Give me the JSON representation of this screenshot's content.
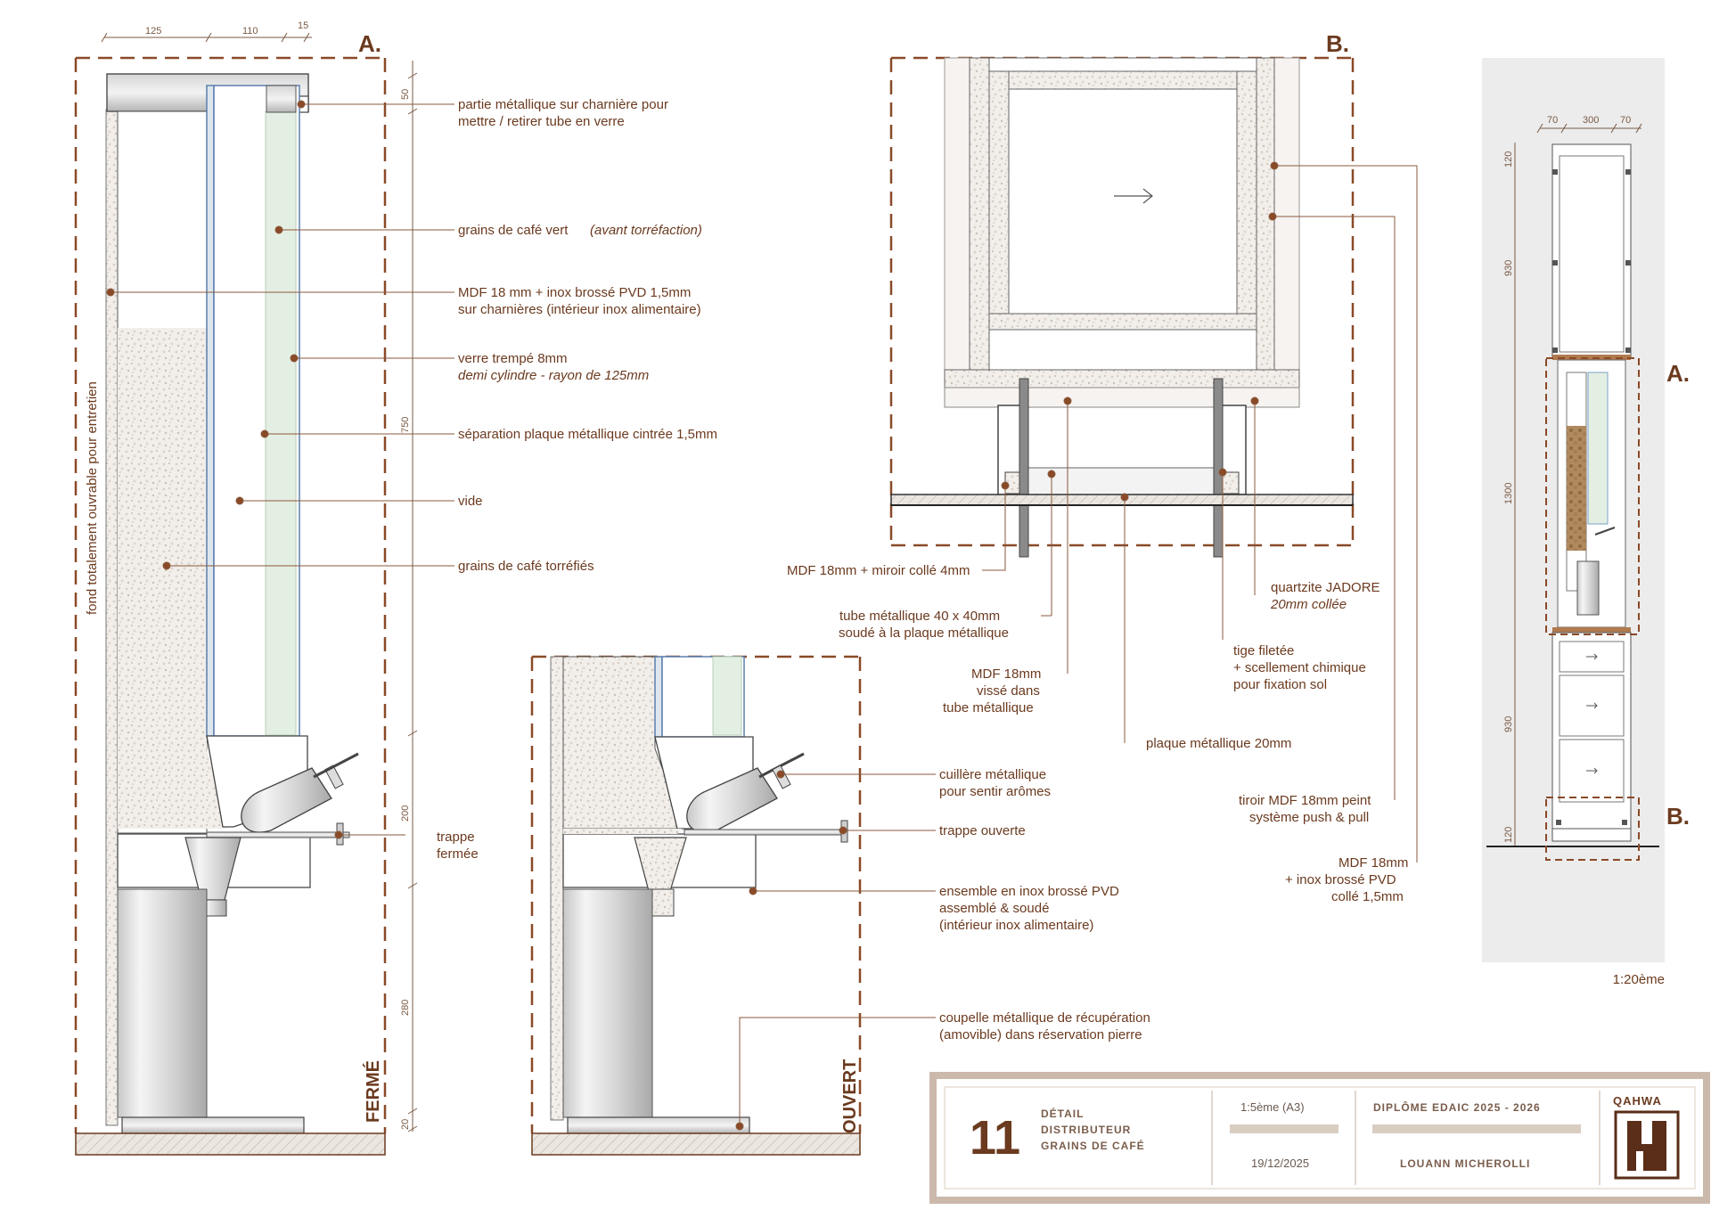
{
  "sections": {
    "a": "A.",
    "b": "B."
  },
  "states": {
    "closed": "FERMÉ",
    "open": "OUVERT"
  },
  "side_label": "fond totalement ouvrable pour entretien",
  "dims_a_top": [
    "125",
    "110",
    "15"
  ],
  "dims_a_side": [
    "50",
    "750",
    "200",
    "280",
    "20"
  ],
  "dims_elev_top": [
    "70",
    "300",
    "70"
  ],
  "dims_elev_side": [
    "120",
    "930",
    "1300",
    "930",
    "120"
  ],
  "annotations_a": [
    {
      "l1": "partie métallique sur charnière pour",
      "l2": "mettre / retirer tube en verre"
    },
    {
      "l1": "grains de café vert",
      "l1_small": "(avant torréfaction)"
    },
    {
      "l1": "MDF 18 mm + inox brossé PVD 1,5mm",
      "l2": "sur charnières (intérieur inox alimentaire)"
    },
    {
      "l1": "verre trempé 8mm",
      "l2": "demi cylindre - rayon de 125mm"
    },
    {
      "l1": "séparation plaque métallique cintrée 1,5mm"
    },
    {
      "l1": "vide"
    },
    {
      "l1": "grains de café torréfiés"
    }
  ],
  "annotations_mid": [
    {
      "l1": "trappe",
      "l2": "fermée"
    },
    {
      "l1": "cuillère métallique",
      "l2": "pour sentir arômes"
    },
    {
      "l1": "trappe ouverte"
    },
    {
      "l1": "ensemble en inox brossé PVD",
      "l2": "assemblé & soudé",
      "l3": "(intérieur inox alimentaire)"
    },
    {
      "l1": "coupelle métallique de récupération",
      "l2": "(amovible) dans réservation pierre"
    }
  ],
  "annotations_b": [
    {
      "l1": "MDF 18mm + miroir collé 4mm"
    },
    {
      "l1": "tube métallique 40 x 40mm",
      "l2": "soudé à la plaque métallique"
    },
    {
      "l1": "MDF 18mm",
      "l2": "vissé dans",
      "l3": "tube métallique"
    },
    {
      "l1": "plaque métallique 20mm"
    },
    {
      "l1": "quartzite JADORE",
      "l2": "20mm collée"
    },
    {
      "l1": "tige filetée",
      "l2": "+ scellement chimique",
      "l3": "pour fixation sol"
    },
    {
      "l1": "tiroir MDF 18mm peint",
      "l2": "système push & pull"
    },
    {
      "l1": "MDF 18mm",
      "l2": "+ inox brossé PVD",
      "l3": "collé 1,5mm"
    }
  ],
  "scale_small": "1:20ème",
  "title_block": {
    "number": "11",
    "title_lines": [
      "DÉTAIL",
      "DISTRIBUTEUR",
      "GRAINS DE CAFÉ"
    ],
    "scale": "1:5ème (A3)",
    "date": "19/12/2025",
    "diploma": "DIPLÔME EDAIC 2025 - 2026",
    "author": "LOUANN MICHEROLLI",
    "logo": "QAHWA"
  },
  "colors": {
    "brown": "#6b3a1f",
    "tan": "#c9b8a8",
    "glass": "#e3efe3",
    "glass_edge": "#7aa0c8",
    "stone": "#e6ddd3"
  }
}
